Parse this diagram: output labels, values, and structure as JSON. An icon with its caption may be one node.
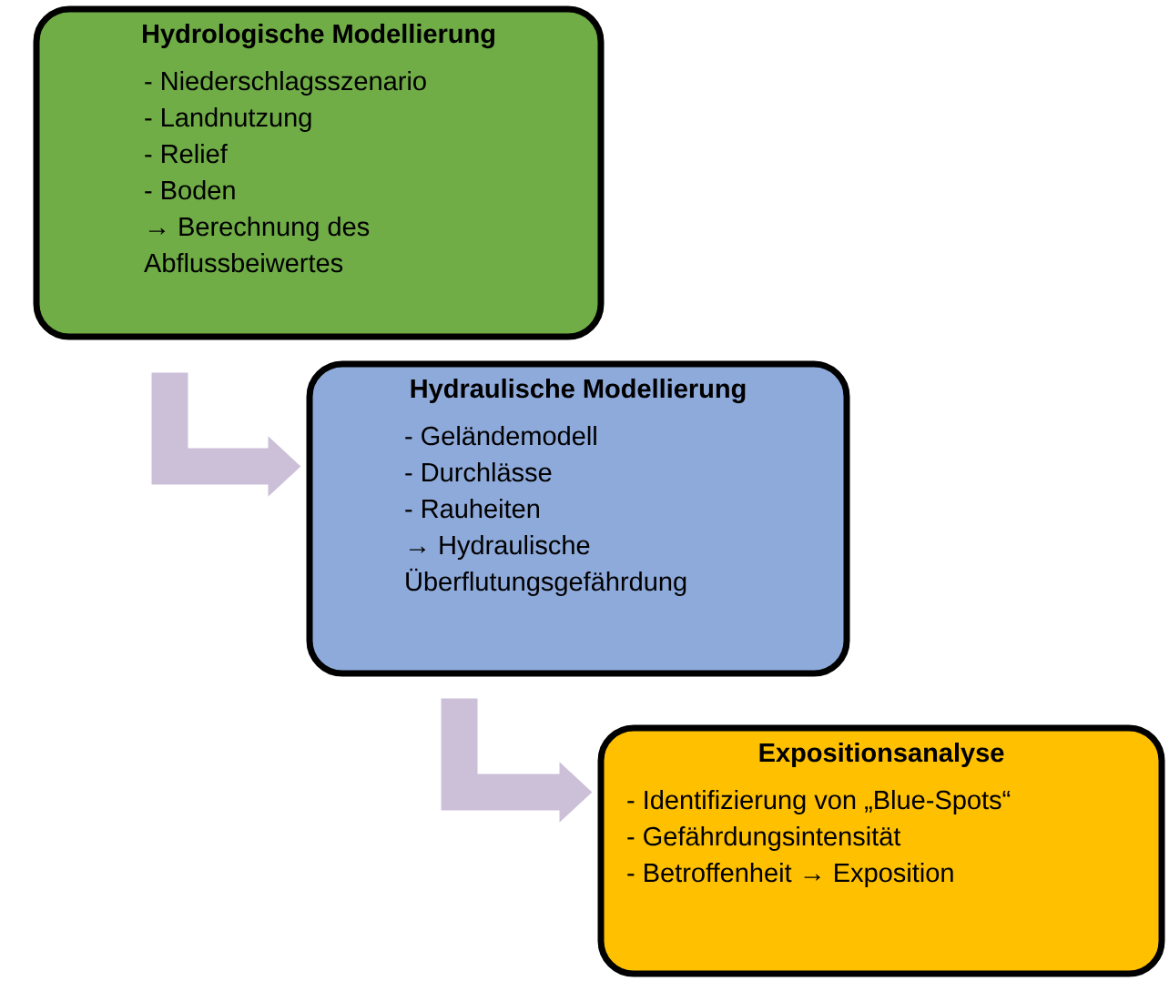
{
  "diagram": {
    "nodes": [
      {
        "text": [
          "Hydrologische Modellierung",
          "- Niederschlagsszenario",
          "- Landnutzung",
          "- Relief",
          "- Boden",
          "→ Berechnung des Abflussbeiwertes"
        ]
      },
      {
        "text": [
          "Hydraulische Modellierung",
          "- Geländemodell",
          "- Durchlässe",
          "- Rauheiten",
          "→ Hydraulische Überflutungsgefährdung"
        ]
      },
      {
        "text": [
          "Expositionsanalyse",
          "- Identifizierung von „Blue-Spots“",
          "- Gefährdungsintensität",
          "- Betroffenheit → Exposition"
        ]
      }
    ],
    "edges": [
      {
        "from": 0,
        "to": 1,
        "arrow": "to"
      },
      {
        "from": 1,
        "to": 2,
        "arrow": "to"
      }
    ]
  }
}
